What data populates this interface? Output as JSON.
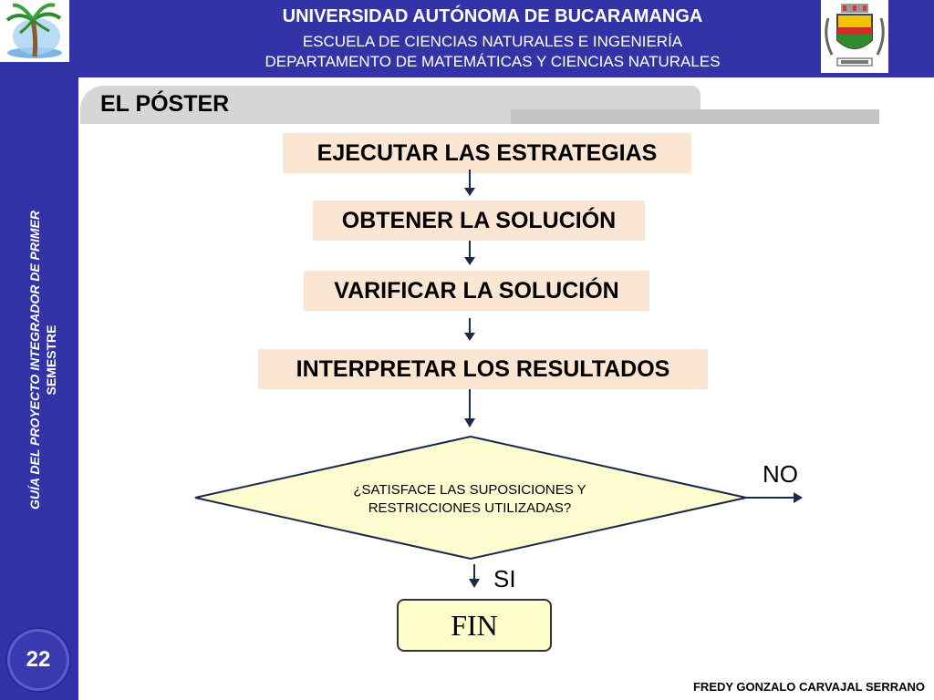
{
  "header": {
    "line1": "UNIVERSIDAD AUTÓNOMA DE BUCARAMANGA",
    "line2": "ESCUELA DE CIENCIAS NATURALES E INGENIERÍA",
    "line3": "DEPARTAMENTO DE MATEMÁTICAS Y CIENCIAS NATURALES"
  },
  "section": {
    "title": "EL PÓSTER"
  },
  "sidebar": {
    "line1": "GUÍA DEL PROYECTO INTEGRADOR DE PRIMER",
    "line2": "SEMESTRE"
  },
  "page_number": "22",
  "flowchart": {
    "steps": [
      "EJECUTAR LAS ESTRATEGIAS",
      "OBTENER LA SOLUCIÓN",
      "VARIFICAR LA SOLUCIÓN",
      "INTERPRETAR LOS RESULTADOS"
    ],
    "decision": {
      "line1": "¿SATISFACE LAS SUPOSICIONES Y",
      "line2": "RESTRICCIONES UTILIZADAS?"
    },
    "no_label": "NO",
    "yes_label": "SI",
    "end_label": "FIN"
  },
  "author": "FREDY GONZALO CARVAJAL SERRANO",
  "colors": {
    "brand_blue": "#3333a8",
    "step_fill": "#fbe5d3",
    "decision_fill": "#fdfbd0",
    "end_fill": "#ffffcc",
    "arrow": "#1a2a4a"
  },
  "icons": {
    "left_logo": "palm-tree-logo",
    "right_logo": "university-crest-logo"
  }
}
